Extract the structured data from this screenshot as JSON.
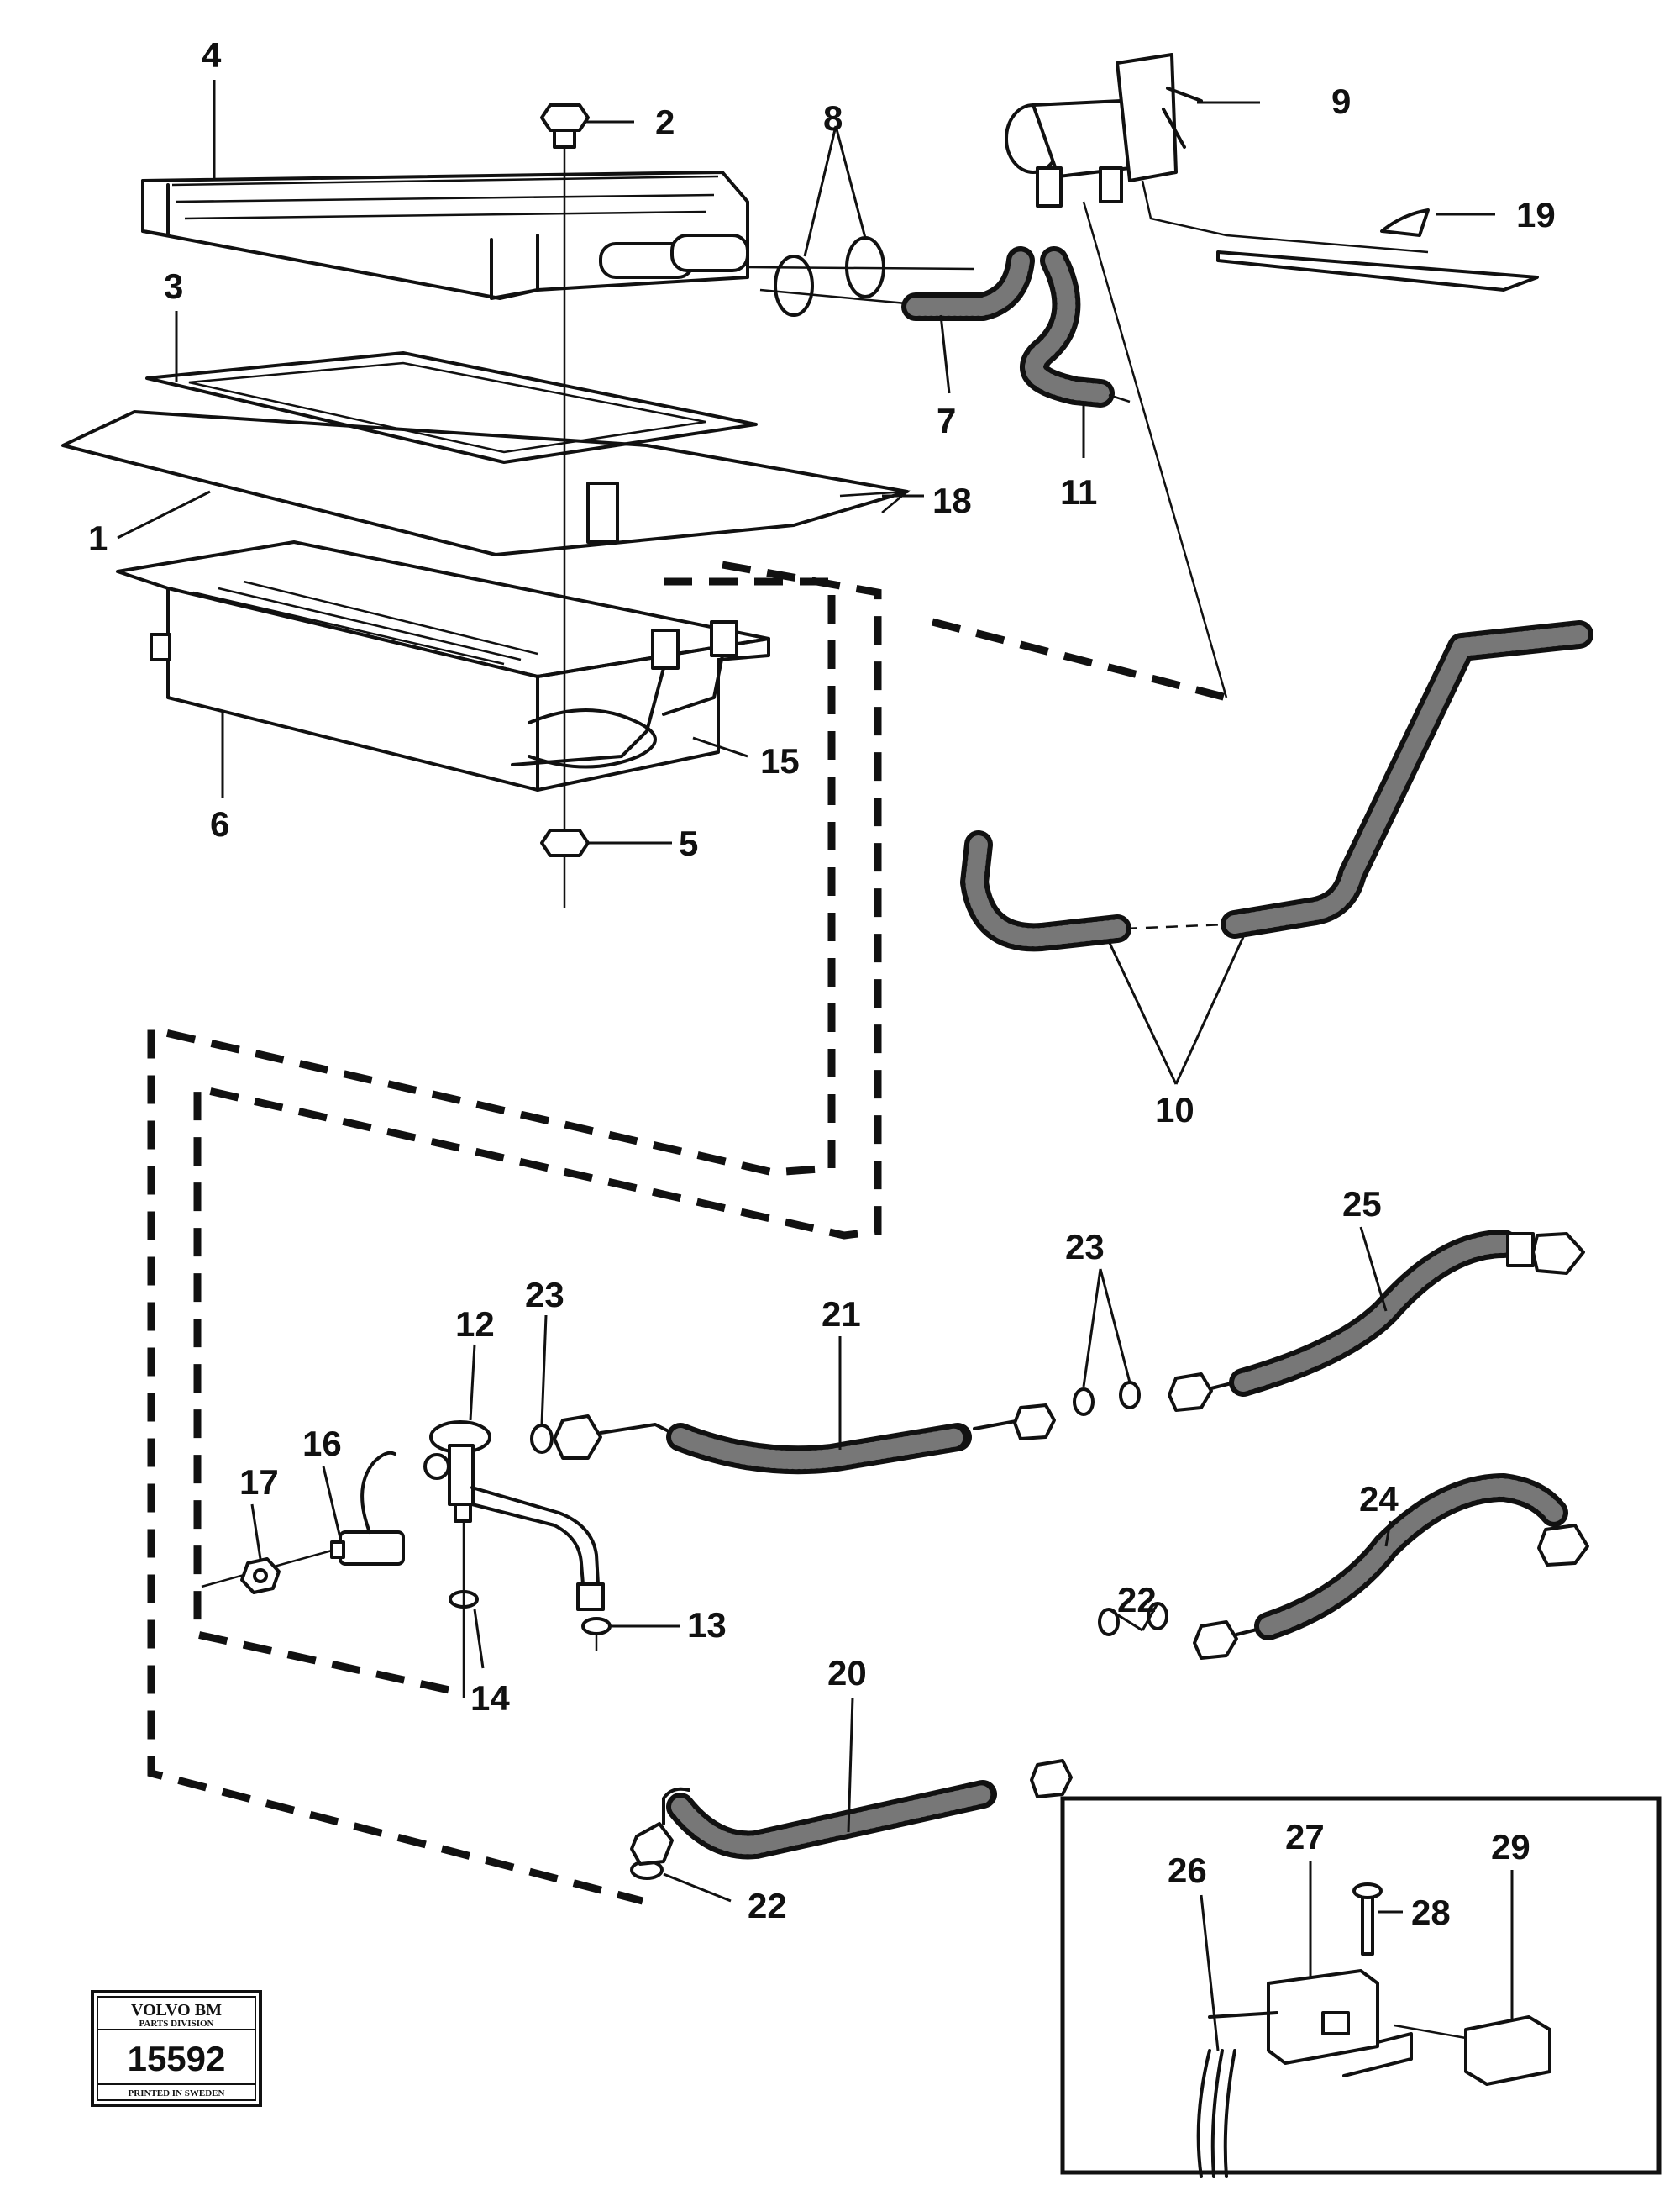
{
  "callouts": {
    "c1": "1",
    "c2": "2",
    "c3": "3",
    "c4": "4",
    "c5": "5",
    "c6": "6",
    "c7": "7",
    "c8": "8",
    "c9": "9",
    "c10": "10",
    "c11": "11",
    "c12": "12",
    "c13": "13",
    "c14": "14",
    "c15": "15",
    "c16": "16",
    "c17": "17",
    "c18": "18",
    "c19": "19",
    "c20": "20",
    "c21": "21",
    "c22a": "22",
    "c22b": "22",
    "c23a": "23",
    "c23b": "23",
    "c24": "24",
    "c25": "25",
    "c26": "26",
    "c27": "27",
    "c28": "28",
    "c29": "29"
  },
  "stamp": {
    "brand": "VOLVO BM",
    "division": "PARTS DIVISION",
    "number": "15592",
    "printed": "PRINTED IN SWEDEN"
  }
}
